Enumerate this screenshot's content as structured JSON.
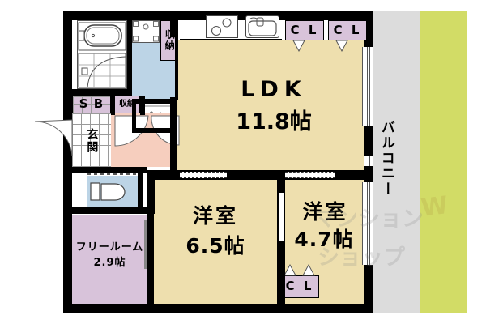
{
  "document": {
    "type": "floor-plan",
    "language": "ja"
  },
  "rooms": [
    {
      "id": "ldk",
      "name": "LDK",
      "size": "11.8帖",
      "color": "#eedfae"
    },
    {
      "id": "washitsu_a",
      "name": "洋室",
      "size": "6.5帖",
      "color": "#eedfae"
    },
    {
      "id": "washitsu_b",
      "name": "洋室",
      "size": "4.7帖",
      "color": "#eedfae"
    },
    {
      "id": "freeroom",
      "name": "フリールーム",
      "size": "2.9帖",
      "color": "#d8c3da"
    }
  ],
  "labels": {
    "ldk_name": "LDK",
    "ldk_size": "11.8帖",
    "room1_name": "洋室",
    "room1_size": "6.5帖",
    "room2_name": "洋室",
    "room2_size": "4.7帖",
    "freeroom_name": "フリールーム",
    "freeroom_size": "2.9帖",
    "genkan": "玄関",
    "shoebox": "S B",
    "storage_top": "収納",
    "storage_mid": "収納",
    "closet_1": "C L",
    "closet_2": "C L",
    "closet_3": "C L",
    "balcony": "バルコニー"
  },
  "watermark": {
    "line1": "マンション",
    "line2": "ショップ",
    "mark": "W"
  },
  "colors": {
    "ldk_fill": "#eedfae",
    "room_fill": "#eedfae",
    "free_fill": "#d8c3da",
    "hall_fill": "#f6cebe",
    "wet_fill": "#bcd4e6",
    "closet_fill": "#d8c3da",
    "wall": "#000000",
    "balcony": "#dcdcdc",
    "green_strip": "#d2dc66"
  },
  "fixtures": [
    {
      "name": "bathtub",
      "label": ""
    },
    {
      "name": "shower-area",
      "label": ""
    },
    {
      "name": "washing-machine",
      "label": ""
    },
    {
      "name": "vanity-sink",
      "label": ""
    },
    {
      "name": "toilet",
      "label": ""
    },
    {
      "name": "kitchen-stove",
      "label": ""
    },
    {
      "name": "kitchen-sink",
      "label": ""
    }
  ]
}
